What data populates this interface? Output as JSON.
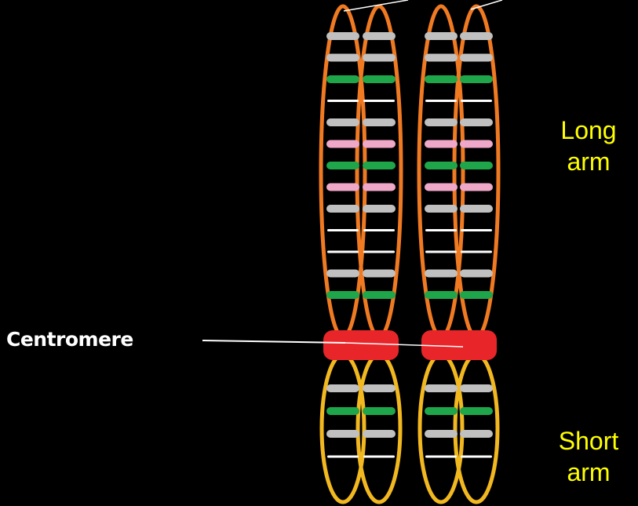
{
  "labels": {
    "centromere": "Centromere",
    "long_arm": [
      "Long",
      "arm"
    ],
    "short_arm": [
      "Short",
      "arm"
    ]
  },
  "colors": {
    "background": "#000000",
    "long_arm_outline": "#f07a22",
    "short_arm_outline": "#f2b820",
    "centromere": "#e8262a",
    "band_gray": "#c0c0c0",
    "band_green": "#1fa64a",
    "band_pink": "#f0a8c8",
    "band_white": "#ffffff",
    "label_text": "#ffff00",
    "centromere_text": "#ffffff"
  },
  "long_arm_bands": [
    "gray",
    "gray",
    "green",
    "white",
    "gray",
    "pink",
    "green",
    "pink",
    "gray",
    "white",
    "white",
    "gray",
    "green"
  ],
  "short_arm_bands": [
    "gray",
    "green",
    "gray",
    "white"
  ]
}
